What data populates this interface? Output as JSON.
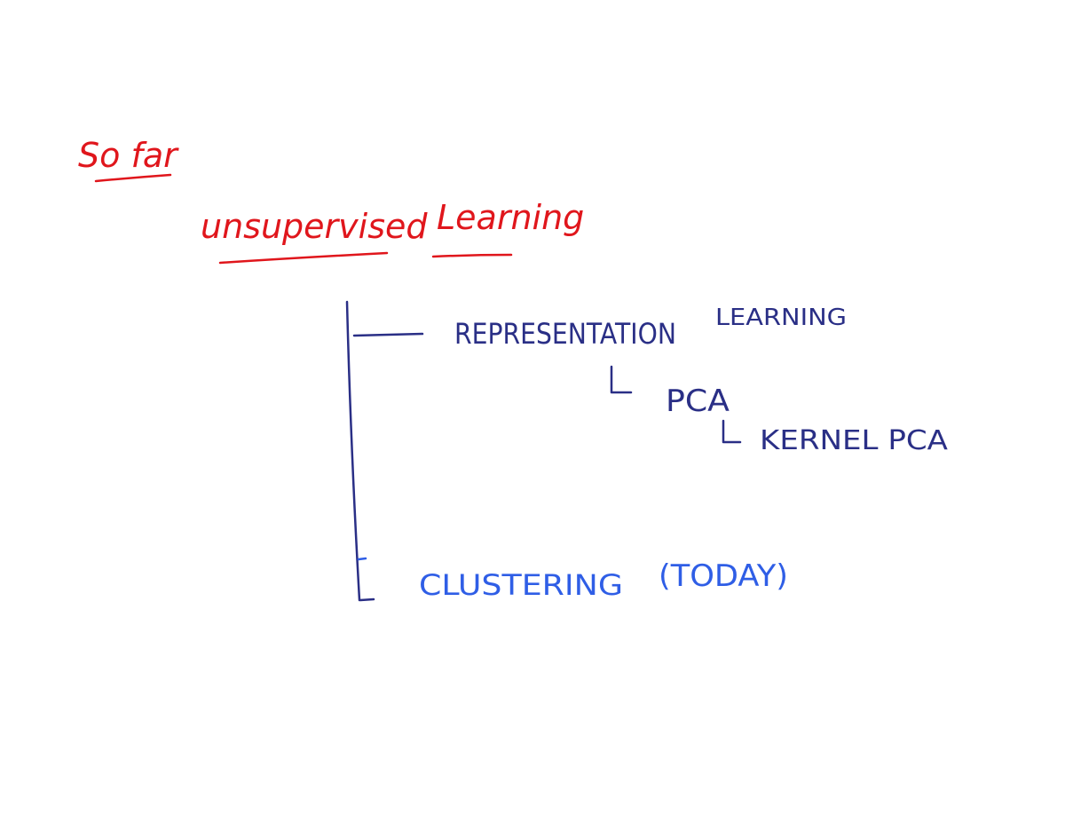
{
  "heading": {
    "text": "So far",
    "color": "#e0161c"
  },
  "topic": {
    "word1": "unsupervised",
    "word2": "Learning",
    "color": "#e0161c"
  },
  "branches": [
    {
      "label_part1": "REPRESENTATION",
      "label_part2": "LEARNING",
      "color": "#2a2f86",
      "children": [
        {
          "text": "PCA"
        },
        {
          "text": "KERNEL PCA"
        }
      ]
    },
    {
      "label": "CLUSTERING",
      "note": "(TODAY)",
      "color": "#2f5ee6"
    }
  ]
}
